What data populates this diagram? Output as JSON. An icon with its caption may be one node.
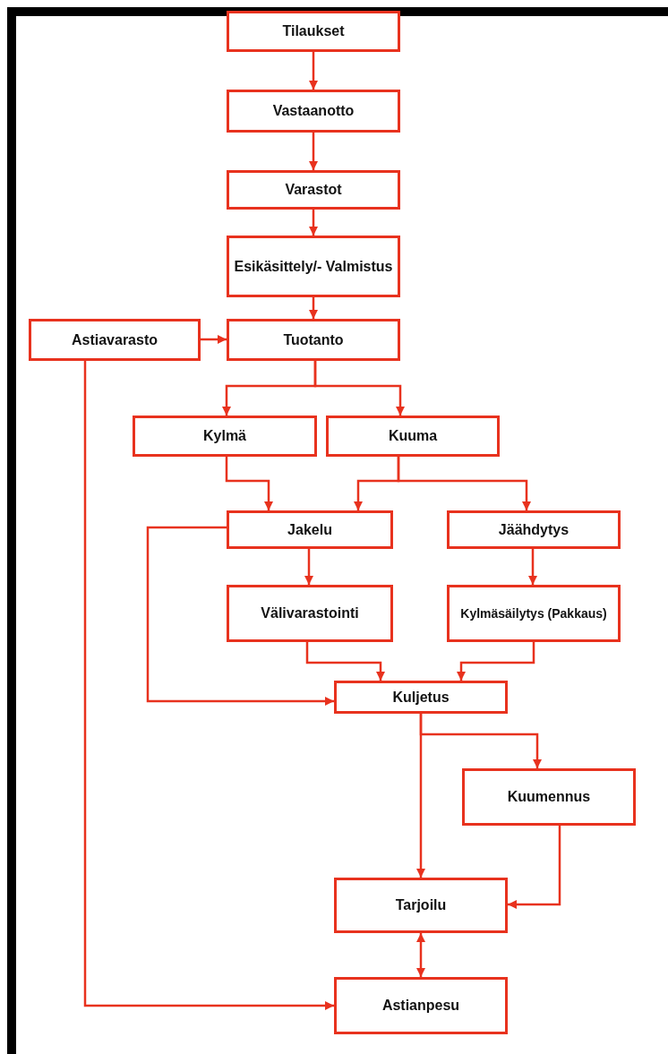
{
  "diagram": {
    "nodes": [
      {
        "text": [
          "Tilaukset"
        ]
      },
      {
        "text": [
          "Vastaanotto"
        ]
      },
      {
        "text": [
          "Varastot"
        ]
      },
      {
        "text": [
          "Esikäsittely/- Valmistus"
        ]
      },
      {
        "text": [
          "Astiavarasto"
        ]
      },
      {
        "text": [
          "Tuotanto"
        ]
      },
      {
        "text": [
          "Kylmä"
        ]
      },
      {
        "text": [
          "Kuuma"
        ]
      },
      {
        "text": [
          "Jakelu"
        ]
      },
      {
        "text": [
          "Jäähdytys"
        ]
      },
      {
        "text": [
          "Välivarastointi"
        ]
      },
      {
        "text": [
          "Kylmäsäilytys (Pakkaus)"
        ]
      },
      {
        "text": [
          "Kuljetus"
        ]
      },
      {
        "text": [
          "Kuumennus"
        ]
      },
      {
        "text": [
          "Tarjoilu"
        ]
      },
      {
        "text": [
          "Astianpesu"
        ]
      }
    ],
    "edges": [
      {
        "from": 0,
        "to": 1,
        "arrow": "to"
      },
      {
        "from": 1,
        "to": 2,
        "arrow": "to"
      },
      {
        "from": 2,
        "to": 3,
        "arrow": "to"
      },
      {
        "from": 3,
        "to": 5,
        "arrow": "to"
      },
      {
        "from": 4,
        "to": 5,
        "arrow": "to"
      },
      {
        "from": 5,
        "to": 6,
        "arrow": "to"
      },
      {
        "from": 5,
        "to": 7,
        "arrow": "to"
      },
      {
        "from": 6,
        "to": 8,
        "arrow": "to"
      },
      {
        "from": 7,
        "to": 8,
        "arrow": "to"
      },
      {
        "from": 7,
        "to": 9,
        "arrow": "to"
      },
      {
        "from": 8,
        "to": 10,
        "arrow": "to"
      },
      {
        "from": 8,
        "to": 12,
        "arrow": "to"
      },
      {
        "from": 9,
        "to": 11,
        "arrow": "to"
      },
      {
        "from": 10,
        "to": 12,
        "arrow": "to"
      },
      {
        "from": 11,
        "to": 12,
        "arrow": "to"
      },
      {
        "from": 12,
        "to": 14,
        "arrow": "to"
      },
      {
        "from": 12,
        "to": 13,
        "arrow": "to"
      },
      {
        "from": 13,
        "to": 14,
        "arrow": "to"
      },
      {
        "from": 14,
        "to": 15,
        "arrow": "both"
      },
      {
        "from": 4,
        "to": 15,
        "arrow": "to"
      }
    ]
  }
}
